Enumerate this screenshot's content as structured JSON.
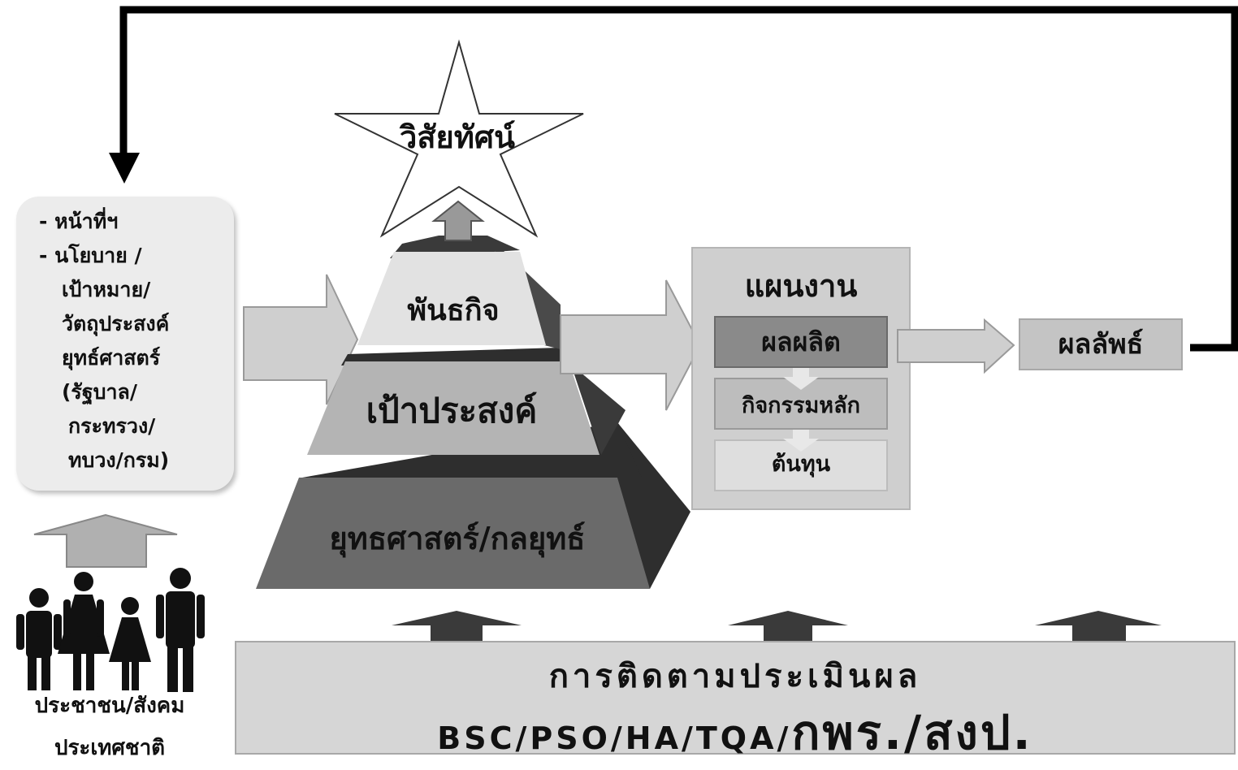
{
  "vision": {
    "label": "วิสัยทัศน์"
  },
  "mandate": {
    "items": [
      {
        "bullet": "-",
        "text": "หน้าที่ฯ"
      },
      {
        "bullet": "-",
        "text": "นโยบาย /"
      }
    ],
    "continuation": [
      "เป้าหมาย/",
      "วัตถุประสงค์",
      "ยุทธ์ศาสตร์",
      "(รัฐบาล/"
    ],
    "continuation2": [
      "กระทรวง/",
      "ทบวง/กรม)"
    ]
  },
  "pyramid": {
    "mission": "พันธกิจ",
    "objective": "เป้าประสงค์",
    "strategy": "ยุทธศาสตร์/กลยุทธ์"
  },
  "plan": {
    "title": "แผนงาน",
    "output": "ผลผลิต",
    "activity": "กิจกรรมหลัก",
    "cost": "ต้นทุน"
  },
  "outcome": {
    "label": "ผลลัพธ์"
  },
  "people": {
    "line1": "ประชาชน/สังคม",
    "line2": "ประเทศชาติ"
  },
  "evaluation": {
    "title": "การติดตามประเมินผล",
    "frameworks_small": "BSC/PSO/HA/TQA/",
    "frameworks_big": "กพร./สงป."
  },
  "colors": {
    "dark": "#3a3a3a",
    "mid": "#6e6e6e",
    "light": "#b8b8b8",
    "pale": "#d9d9d9",
    "box": "#cfcfcf"
  }
}
